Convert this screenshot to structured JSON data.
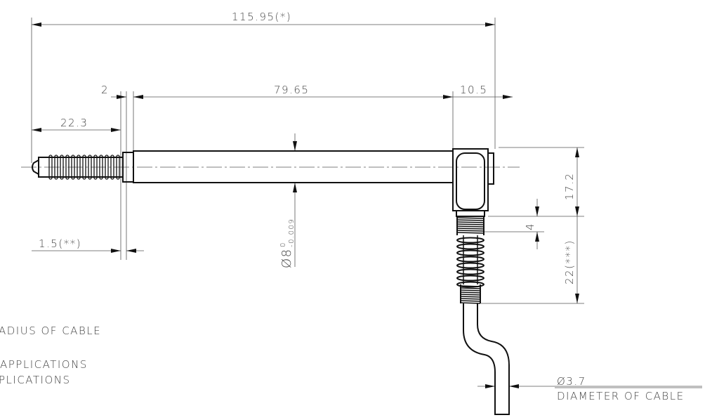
{
  "dimensions": {
    "overall_length": "115.95(*)",
    "collar": "2",
    "shaft_length": "79.65",
    "housing_width": "10.5",
    "tip_length": "22.3",
    "collar_offset": "1.5(**)",
    "diameter_base": "Ø8",
    "diameter_tol_upper": "0",
    "diameter_tol_lower": "-0.009",
    "housing_height": "17.2",
    "thread_length": "4",
    "spring_length": "22(***)",
    "cable_diameter": "Ø3.7"
  },
  "notes": {
    "cable_diameter_label": "DIAMETER OF CABLE",
    "note_radius": "ADIUS OF CABLE",
    "note_applications_1": "APPLICATIONS",
    "note_applications_2": "PLICATIONS"
  }
}
